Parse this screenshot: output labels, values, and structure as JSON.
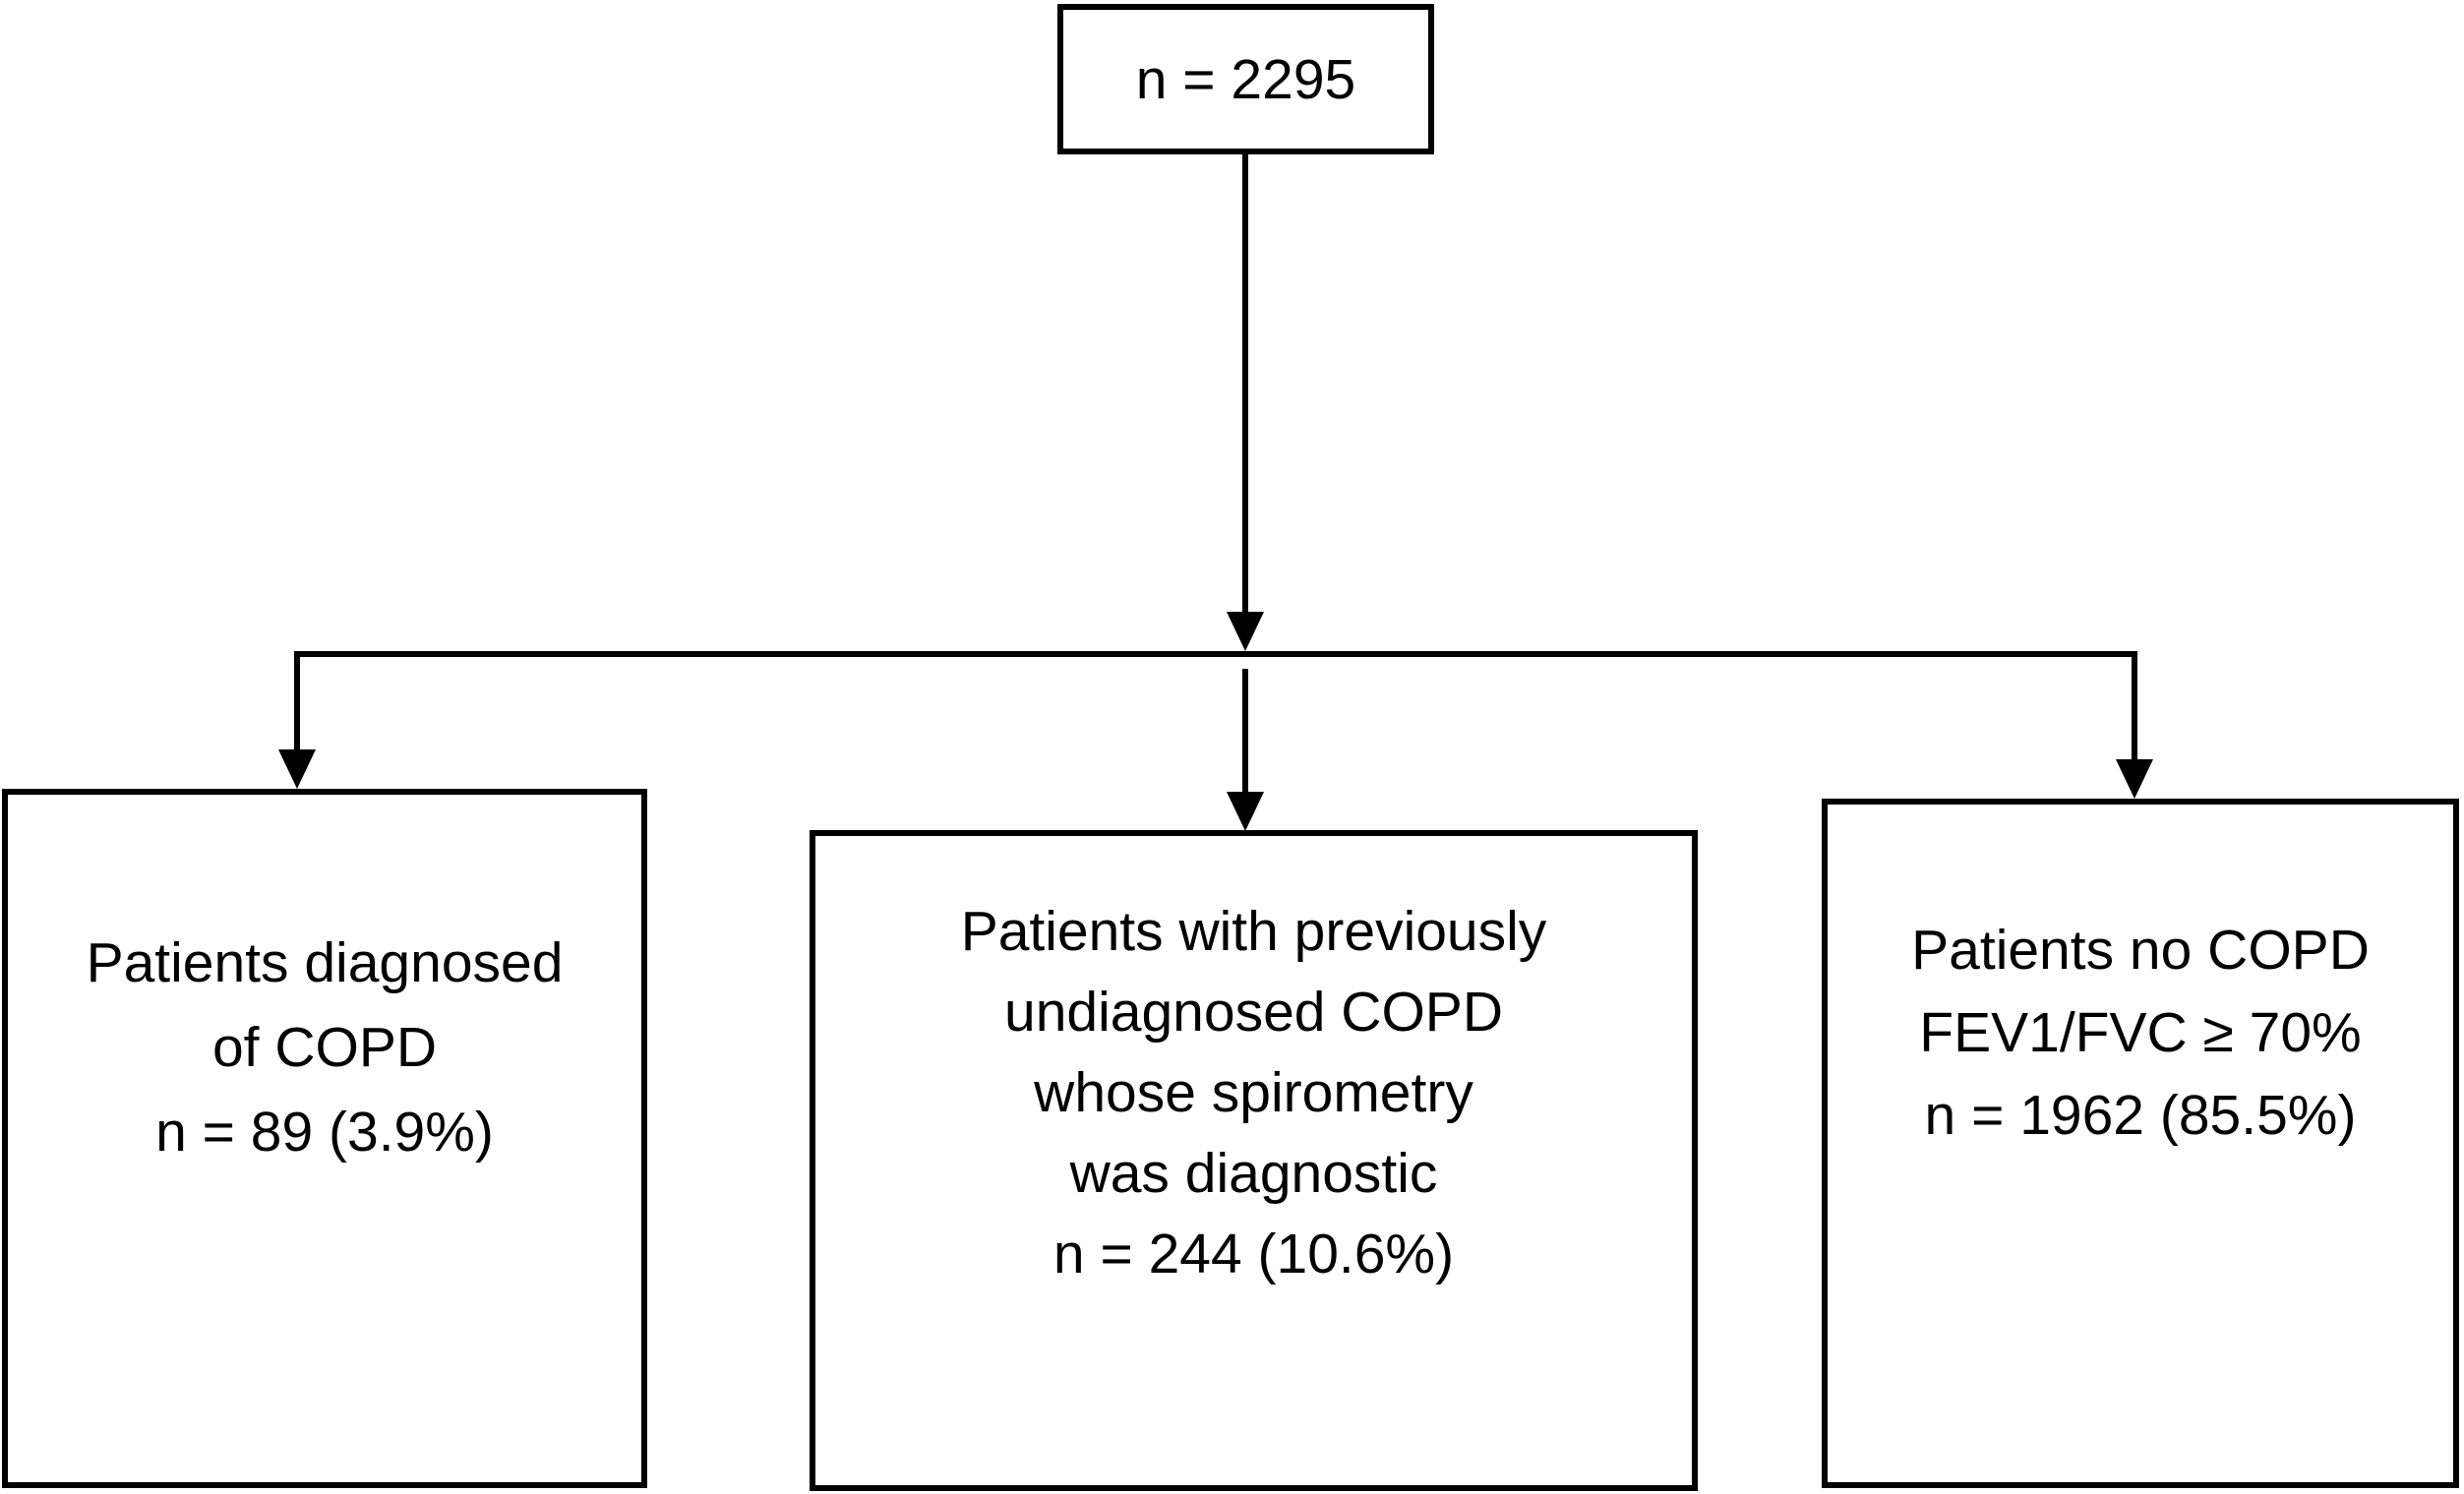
{
  "diagram": {
    "type": "flowchart",
    "colors": {
      "background": "#ffffff",
      "line": "#000000",
      "text": "#000000"
    },
    "root": {
      "label": "n = 2295"
    },
    "branches": [
      {
        "lines": [
          "Patients diagnosed",
          "of COPD",
          "n = 89 (3.9%)"
        ]
      },
      {
        "lines": [
          "Patients with previously",
          "undiagnosed COPD",
          "whose spirometry",
          "was diagnostic",
          "n = 244 (10.6%)"
        ]
      },
      {
        "lines": [
          "Patients no COPD",
          "FEV1/FVC ≥ 70%",
          "n = 1962 (85.5%)"
        ]
      }
    ]
  }
}
